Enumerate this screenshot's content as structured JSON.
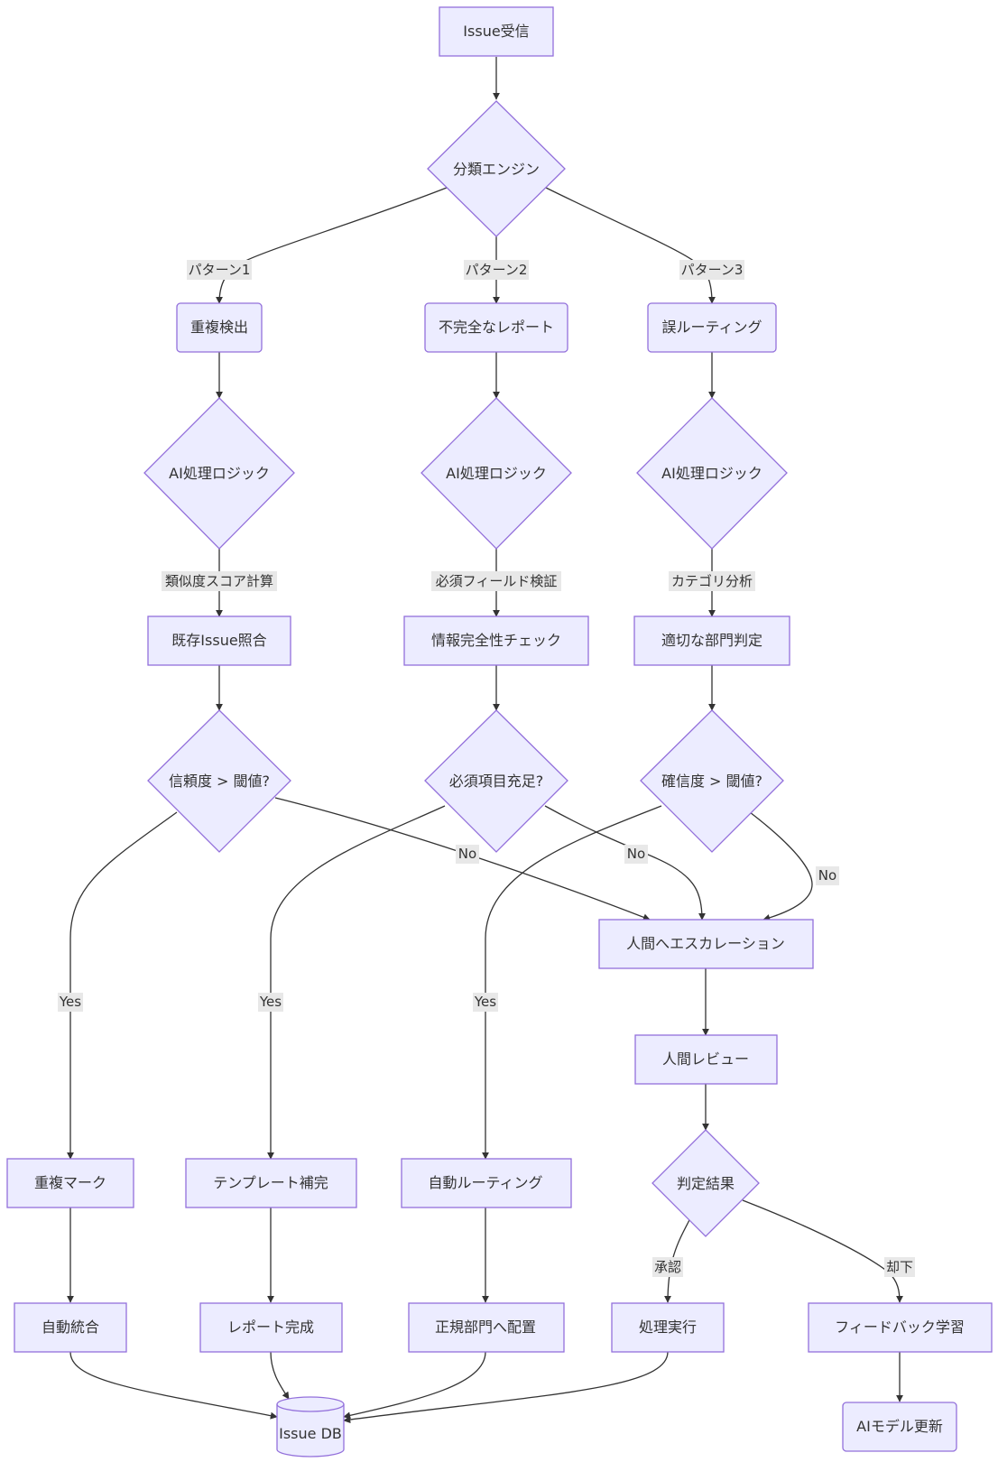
{
  "nodes": {
    "receive": "Issue受信",
    "classifier": "分類エンジン",
    "duplicate_detect": "重複検出",
    "incomplete_report": "不完全なレポート",
    "misrouting": "誤ルーティング",
    "ai_logic_1": "AI処理ロジック",
    "ai_logic_2": "AI処理ロジック",
    "ai_logic_3": "AI処理ロジック",
    "match_existing": "既存Issue照合",
    "completeness_check": "情報完全性チェック",
    "department_judge": "適切な部門判定",
    "confidence_threshold": "信頼度 > 閾値?",
    "required_filled": "必須項目充足?",
    "certainty_threshold": "確信度 > 閾値?",
    "escalate": "人間へエスカレーション",
    "human_review": "人間レビュー",
    "judgment": "判定結果",
    "mark_duplicate": "重複マーク",
    "template_fill": "テンプレート補完",
    "auto_routing": "自動ルーティング",
    "auto_merge": "自動統合",
    "report_complete": "レポート完成",
    "assign_department": "正規部門へ配置",
    "execute": "処理実行",
    "feedback_learning": "フィードバック学習",
    "issue_db": "Issue DB",
    "model_update": "AIモデル更新"
  },
  "edge_labels": {
    "pattern1": "パターン1",
    "pattern2": "パターン2",
    "pattern3": "パターン3",
    "similarity": "類似度スコア計算",
    "field_validation": "必須フィールド検証",
    "category_analysis": "カテゴリ分析",
    "no_1": "No",
    "no_2": "No",
    "no_3": "No",
    "yes_1": "Yes",
    "yes_2": "Yes",
    "yes_3": "Yes",
    "approve": "承認",
    "reject": "却下"
  },
  "colors": {
    "node_fill": "#ECECFF",
    "node_stroke": "#9370DB",
    "edge": "#333333",
    "label_bg": "#e8e8e8"
  }
}
